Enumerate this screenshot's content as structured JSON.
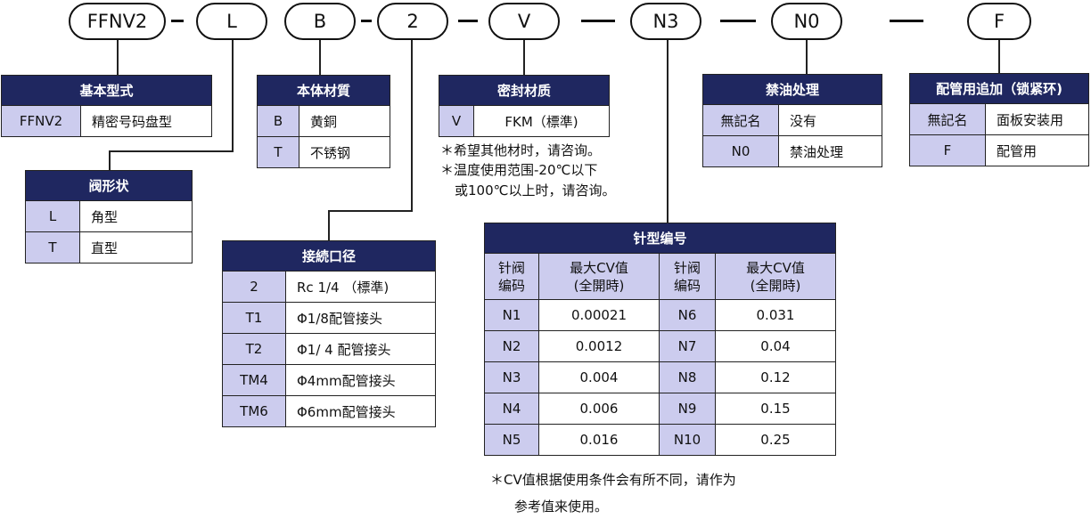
{
  "code_parts": [
    "FFNV2",
    "L",
    "B",
    "2",
    "V",
    "N3",
    "N0",
    "F"
  ],
  "basic_model": {
    "title": "基本型式",
    "rows": [
      [
        "FFNV2",
        "精密号码盘型"
      ]
    ]
  },
  "valve_shape": {
    "title": "阀形状",
    "rows": [
      [
        "L",
        "角型"
      ],
      [
        "T",
        "直型"
      ]
    ]
  },
  "body_material": {
    "title": "本体材質",
    "rows": [
      [
        "B",
        "黄銅"
      ],
      [
        "T",
        "不锈钢"
      ]
    ]
  },
  "port_size": {
    "title": "接続口径",
    "rows": [
      [
        "2",
        "Rc 1/4 （標準)"
      ],
      [
        "T1",
        "Φ1/8配管接头"
      ],
      [
        "T2",
        "Φ1/ 4 配管接头"
      ],
      [
        "TM4",
        "Φ4mm配管接头"
      ],
      [
        "TM6",
        "Φ6mm配管接头"
      ]
    ]
  },
  "seal_material": {
    "title": "密封材质",
    "rows": [
      [
        "V",
        "FKM（標準)"
      ]
    ],
    "notes": [
      "＊希望其他材时，请咨询。",
      "＊温度使用范围-20℃以下",
      "或100℃以上时，请咨询。"
    ]
  },
  "needle_type": {
    "title": "针型编号",
    "header": [
      "针阀\n编码",
      "最大CV值\n(全開時)",
      "针阀\n编码",
      "最大CV值\n(全開時)"
    ],
    "rows": [
      [
        "N1",
        "0.00021",
        "N6",
        "0.031"
      ],
      [
        "N2",
        "0.0012",
        "N7",
        "0.04"
      ],
      [
        "N3",
        "0.004",
        "N8",
        "0.12"
      ],
      [
        "N4",
        "0.006",
        "N9",
        "0.15"
      ],
      [
        "N5",
        "0.016",
        "N10",
        "0.25"
      ]
    ],
    "notes": [
      "＊CV值根据使用条件会有所不同，请作为",
      "参考值来使用。"
    ]
  },
  "oil_treatment": {
    "title": "禁油处理",
    "rows": [
      [
        "無記名",
        "没有"
      ],
      [
        "N0",
        "禁油处理"
      ]
    ]
  },
  "piping_addition": {
    "title": "配管用追加（锁紧环)",
    "rows": [
      [
        "無記名",
        "面板安装用"
      ],
      [
        "F",
        "配管用"
      ]
    ]
  }
}
